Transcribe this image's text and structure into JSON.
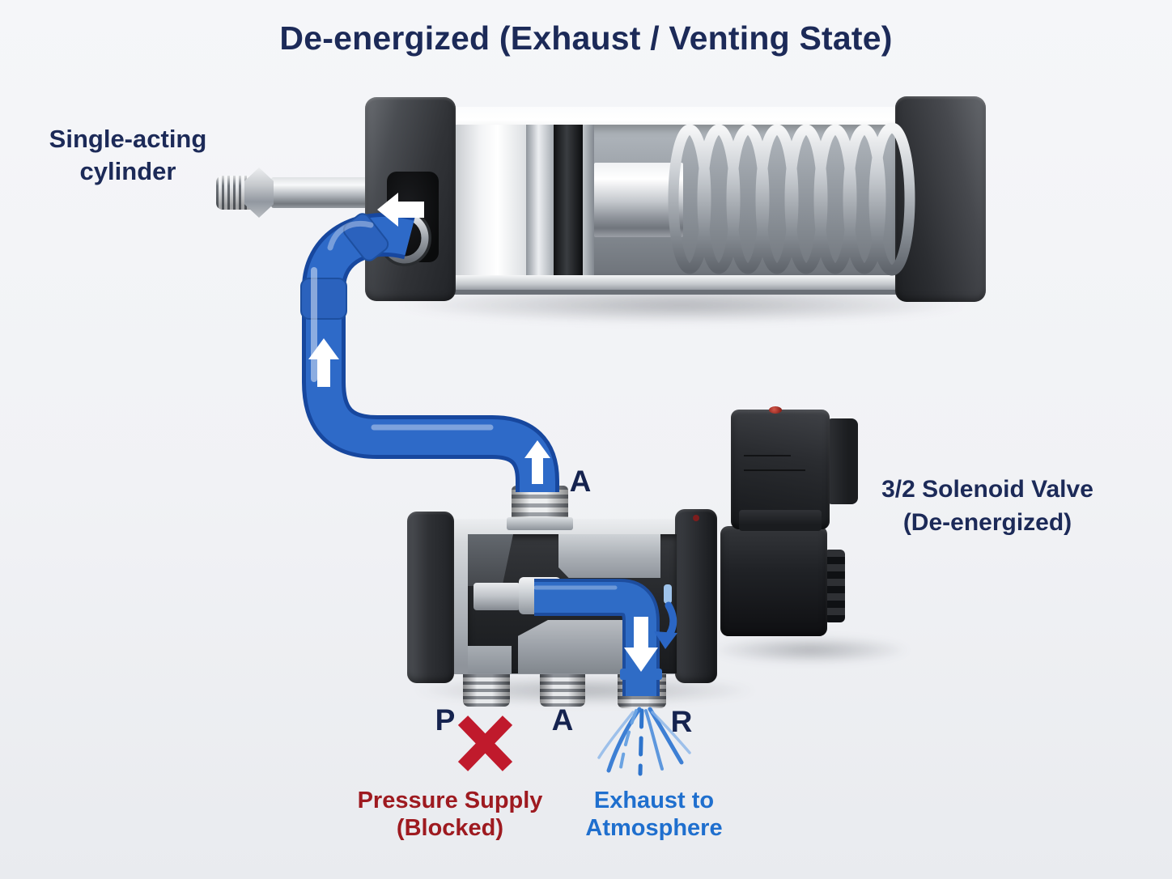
{
  "title": "De-energized (Exhaust / Venting State)",
  "labels": {
    "cylinder": {
      "line1": "Single-acting",
      "line2": "cylinder"
    },
    "valve": {
      "line1": "3/2 Solenoid Valve",
      "line2": "(De-energized)"
    },
    "ports": {
      "top_outlet": "A",
      "supply": "P",
      "outlet": "A",
      "exhaust": "R"
    },
    "supply_status": {
      "line1": "Pressure Supply",
      "line2": "(Blocked)"
    },
    "exhaust_status": {
      "line1": "Exhaust to",
      "line2": "Atmosphere"
    }
  },
  "icons": {
    "tube_flow_arrows": "white-up-arrow-icon",
    "piston_arrow": "white-left-arrow-icon",
    "valve_exhaust_arrow": "white-down-arrow-icon",
    "exhaust_curve": "blue-curved-down-arrow-icon",
    "blocked_marker": "red-x-icon",
    "exhaust_spray": "blue-air-spray-icon"
  },
  "colors": {
    "background": "#f1f2f5",
    "label_navy": "#1c2a58",
    "blocked_red_text": "#9e1a20",
    "blocked_x_red": "#c01a2c",
    "exhaust_blue_text": "#1f6fce",
    "tube_blue": "#2e6ac8",
    "metal_dark": "#2c2e32",
    "metal_light": "#d6d9dc"
  }
}
